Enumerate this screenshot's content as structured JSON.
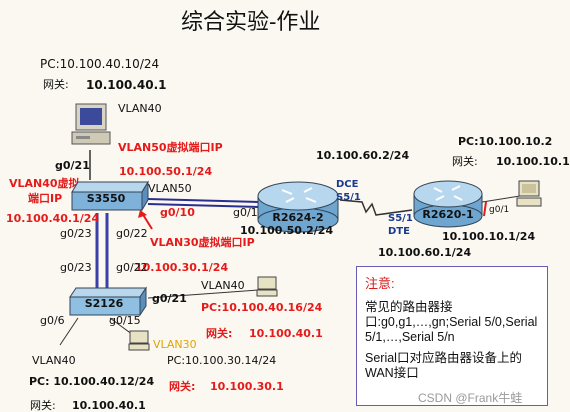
{
  "title": "综合实验-作业",
  "devices": {
    "s3550": "S3550",
    "s2126": "S2126",
    "r2624": "R2624-2",
    "r2620": "R2620-1"
  },
  "pcs": {
    "pc1": {
      "ip": "PC:10.100.40.10/24",
      "gw_label": "网关:",
      "gw": "10.100.40.1",
      "vlan": "VLAN40"
    },
    "pc2": {
      "vlan": "VLAN40",
      "ip": "PC:10.100.40.16/24",
      "gw_label": "网关:",
      "gw": "10.100.40.1"
    },
    "pc3": {
      "vlan": "VLAN40",
      "ip": "PC: 10.100.40.12/24",
      "gw_label": "网关:",
      "gw": "10.100.40.1"
    },
    "pc4": {
      "vlan": "VLAN30",
      "ip": "PC:10.100.30.14/24",
      "gw_label": "网关:",
      "gw": "10.100.30.1"
    },
    "pc5": {
      "ip": "PC:10.100.10.2",
      "gw_label": "网关:",
      "gw": "10.100.10.1"
    }
  },
  "labels": {
    "vlan50_ip_label": "VLAN50虚拟端口IP",
    "vlan50_ip": "10.100.50.1/24",
    "vlan50": "VLAN50",
    "vlan40_label_1": "VLAN40虚拟",
    "vlan40_label_2": "端口IP",
    "vlan40_ip": "10.100.40.1/24",
    "vlan30_ip_label": "VLAN30虚拟端口IP",
    "vlan30_ip": "10.100.30.1/24",
    "g0_10": "g0/10",
    "g0_21_top": "g0/21",
    "g0_23_a": "g0/23",
    "g0_22_a": "g0/22",
    "g0_23_b": "g0/23",
    "g0_22_b": "g0/22",
    "g0_21_b": "g0/21",
    "g0_6": "g0/6",
    "g0_15": "g0/15",
    "g0_1_left": "g0/1",
    "r2624_g01_ip": "10.100.50.2/24",
    "serial_net": "10.100.60.2/24",
    "dce": "DCE",
    "s5_1_a": "S5/1",
    "s5_1_b": "S5/1",
    "dte": "DTE",
    "r2620_s_ip": "10.100.60.1/24",
    "r2620_g01": "g0/1",
    "r2620_g01_ip": "10.100.10.1/24"
  },
  "note": {
    "head": "注意:",
    "p1": "常见的路由器接口:g0,g1,…,gn;Serial 5/0,Serial 5/1,…,Serial 5/n",
    "p2": "Serial口对应路由器设备上的WAN接口"
  },
  "watermark": "CSDN @Frank牛蛙"
}
